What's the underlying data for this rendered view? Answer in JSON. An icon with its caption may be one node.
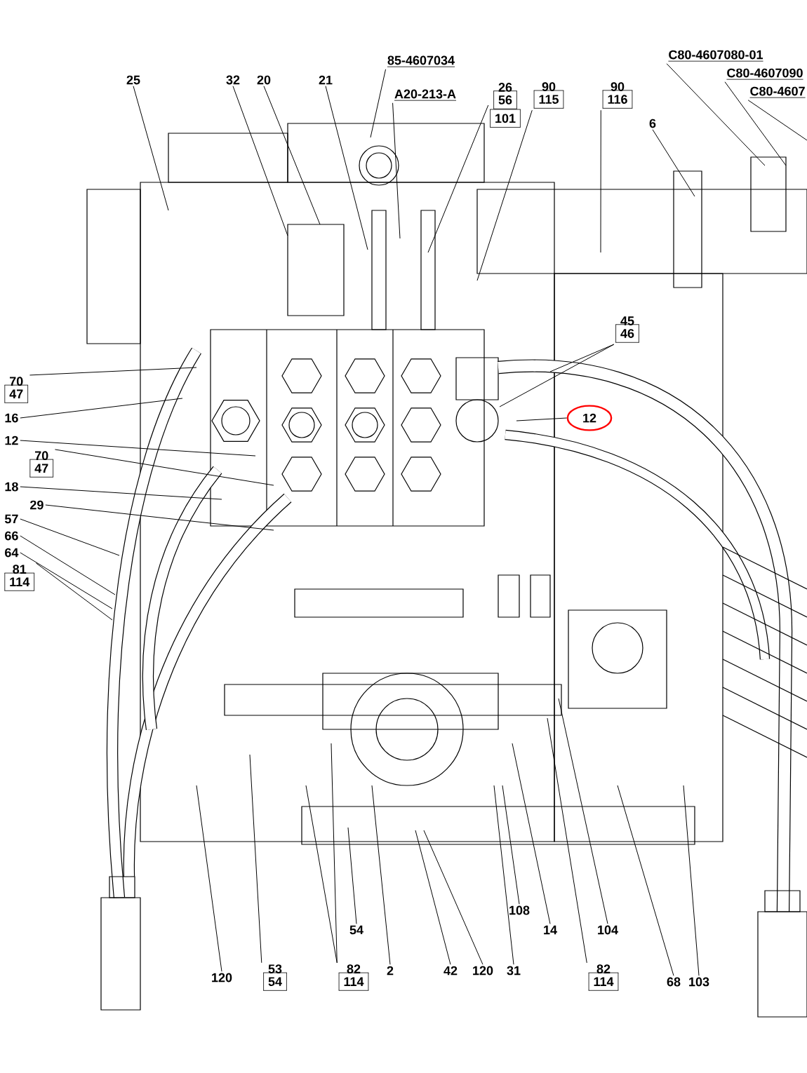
{
  "diagram": {
    "nodes": [
      {
        "text": [
          "25"
        ]
      },
      {
        "text": [
          "32"
        ]
      },
      {
        "text": [
          "20"
        ]
      },
      {
        "text": [
          "21"
        ]
      },
      {
        "text": [
          "85-4607034"
        ]
      },
      {
        "text": [
          "A20-213-A"
        ]
      },
      {
        "text": [
          "26",
          "56",
          "101"
        ]
      },
      {
        "text": [
          "90",
          "115"
        ]
      },
      {
        "text": [
          "90",
          "116"
        ]
      },
      {
        "text": [
          "6"
        ]
      },
      {
        "text": [
          "C80-4607080-01"
        ]
      },
      {
        "text": [
          "C80-4607090"
        ]
      },
      {
        "text": [
          "C80-4607"
        ]
      },
      {
        "text": [
          "70",
          "47"
        ]
      },
      {
        "text": [
          "16"
        ]
      },
      {
        "text": [
          "45",
          "46"
        ]
      },
      {
        "text": [
          "12"
        ]
      },
      {
        "text": [
          "12"
        ]
      },
      {
        "text": [
          "70",
          "47"
        ]
      },
      {
        "text": [
          "18"
        ]
      },
      {
        "text": [
          "29"
        ]
      },
      {
        "text": [
          "57"
        ]
      },
      {
        "text": [
          "66"
        ]
      },
      {
        "text": [
          "64"
        ]
      },
      {
        "text": [
          "81",
          "114"
        ]
      },
      {
        "text": [
          "54"
        ]
      },
      {
        "text": [
          "108"
        ]
      },
      {
        "text": [
          "14"
        ]
      },
      {
        "text": [
          "104"
        ]
      },
      {
        "text": [
          "120"
        ]
      },
      {
        "text": [
          "53",
          "54"
        ]
      },
      {
        "text": [
          "82",
          "114"
        ]
      },
      {
        "text": [
          "2"
        ]
      },
      {
        "text": [
          "42"
        ]
      },
      {
        "text": [
          "120"
        ]
      },
      {
        "text": [
          "31"
        ]
      },
      {
        "text": [
          "82",
          "114"
        ]
      },
      {
        "text": [
          "68"
        ]
      },
      {
        "text": [
          "103"
        ]
      }
    ],
    "edges": [
      {
        "from": 0,
        "to": null,
        "arrow": "none"
      },
      {
        "from": 1,
        "to": null,
        "arrow": "none"
      },
      {
        "from": 2,
        "to": null,
        "arrow": "none"
      },
      {
        "from": 3,
        "to": null,
        "arrow": "none"
      },
      {
        "from": 4,
        "to": null,
        "arrow": "none"
      },
      {
        "from": 5,
        "to": null,
        "arrow": "none"
      },
      {
        "from": 6,
        "to": null,
        "arrow": "none"
      },
      {
        "from": 7,
        "to": null,
        "arrow": "none"
      },
      {
        "from": 8,
        "to": null,
        "arrow": "none"
      },
      {
        "from": 9,
        "to": null,
        "arrow": "none"
      },
      {
        "from": 10,
        "to": null,
        "arrow": "none"
      },
      {
        "from": 11,
        "to": null,
        "arrow": "none"
      },
      {
        "from": 12,
        "to": null,
        "arrow": "none"
      },
      {
        "from": 13,
        "to": null,
        "arrow": "none"
      },
      {
        "from": 14,
        "to": null,
        "arrow": "none"
      },
      {
        "from": 15,
        "to": null,
        "arrow": "none"
      },
      {
        "from": 15,
        "to": null,
        "arrow": "none"
      },
      {
        "from": 16,
        "to": null,
        "arrow": "none"
      },
      {
        "from": 17,
        "to": null,
        "arrow": "none"
      },
      {
        "from": 18,
        "to": null,
        "arrow": "none"
      },
      {
        "from": 19,
        "to": null,
        "arrow": "none"
      },
      {
        "from": 20,
        "to": null,
        "arrow": "none"
      },
      {
        "from": 21,
        "to": null,
        "arrow": "none"
      },
      {
        "from": 22,
        "to": null,
        "arrow": "none"
      },
      {
        "from": 23,
        "to": null,
        "arrow": "none"
      },
      {
        "from": 24,
        "to": null,
        "arrow": "none"
      },
      {
        "from": 25,
        "to": null,
        "arrow": "none"
      },
      {
        "from": 26,
        "to": null,
        "arrow": "none"
      },
      {
        "from": 27,
        "to": null,
        "arrow": "none"
      },
      {
        "from": 28,
        "to": null,
        "arrow": "none"
      },
      {
        "from": 29,
        "to": null,
        "arrow": "none"
      },
      {
        "from": 30,
        "to": null,
        "arrow": "none"
      },
      {
        "from": 31,
        "to": null,
        "arrow": "none"
      },
      {
        "from": 31,
        "to": null,
        "arrow": "none"
      },
      {
        "from": 32,
        "to": null,
        "arrow": "none"
      },
      {
        "from": 33,
        "to": null,
        "arrow": "none"
      },
      {
        "from": 34,
        "to": null,
        "arrow": "none"
      },
      {
        "from": 35,
        "to": null,
        "arrow": "none"
      },
      {
        "from": 36,
        "to": null,
        "arrow": "none"
      },
      {
        "from": 37,
        "to": null,
        "arrow": "none"
      },
      {
        "from": 38,
        "to": null,
        "arrow": "none"
      }
    ]
  }
}
